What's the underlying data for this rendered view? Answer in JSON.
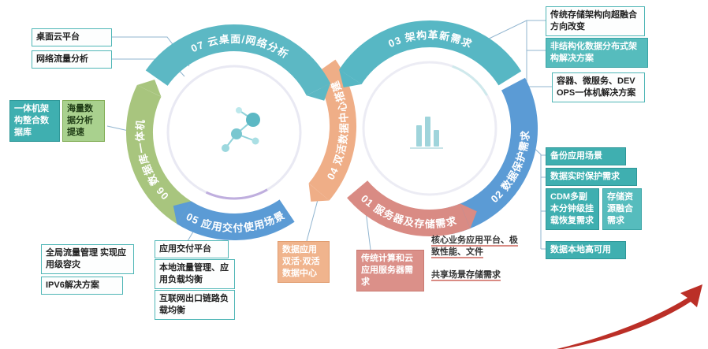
{
  "diagram": {
    "segments": {
      "s07": {
        "label": "07 云桌面/网络分析",
        "color": "#5cb8c4"
      },
      "s06": {
        "label": "06 数据库一体机",
        "color": "#a8c57e"
      },
      "s05": {
        "label": "05 应用交付使用场景",
        "color": "#5b9bd5"
      },
      "s04": {
        "label": "04 双活数据中心搭建",
        "color": "#efae87"
      },
      "s03": {
        "label": "03 架构革新需求",
        "color": "#57b7c4"
      },
      "s02": {
        "label": "02 数据保护需求",
        "color": "#5b9bd5"
      },
      "s01": {
        "label": "01 服务器及存储需求",
        "color": "#d98b84"
      }
    },
    "callouts": {
      "desktop_cloud": "桌面云平台",
      "network_traffic": "网络流量分析",
      "all_in_one": "一体机架构整合数据库",
      "massive_data": "海量数据分析提速",
      "global_traffic": "全局流量管理 实现应用级容灾",
      "ipv6": "IPV6解决方案",
      "app_delivery": "应用交付平台",
      "local_traffic": "本地流量管理、应用负载均衡",
      "internet_link": "互联网出口链路负载均衡",
      "dual_active": "数据应用双活·双活数据中心",
      "traditional_compute": "传统计算和云应用服务器需求",
      "core_business": "核心业务应用平台、极致性能、文件",
      "shared_storage": "共享场景存储需求",
      "storage_arch": "传统存储架构向超融合方向改变",
      "unstructured": "非结构化数据分布式架构解决方案",
      "container_devops": "容器、微服务、DEVOPS一体机解决方案",
      "backup": "备份应用场景",
      "realtime_protect": "数据实时保护需求",
      "cdm_recovery": "CDM多副本分钟级挂载恢复需求",
      "storage_fusion": "存储资源融合需求",
      "local_ha": "数据本地高可用"
    },
    "icons": {
      "left_ring": "molecule-network-icon",
      "right_ring": "bar-chart-icon",
      "bottom_right": "red-arrow-swoosh"
    },
    "palette": {
      "teal_fill": "#3fafb0",
      "teal_outline": "#4fb6b6",
      "green_fill": "#a9d18e",
      "peach_fill": "#f0b48d",
      "salmon_fill": "#db9089",
      "swoosh_red": "#bb2f27",
      "connector": "#90b4cf"
    }
  }
}
